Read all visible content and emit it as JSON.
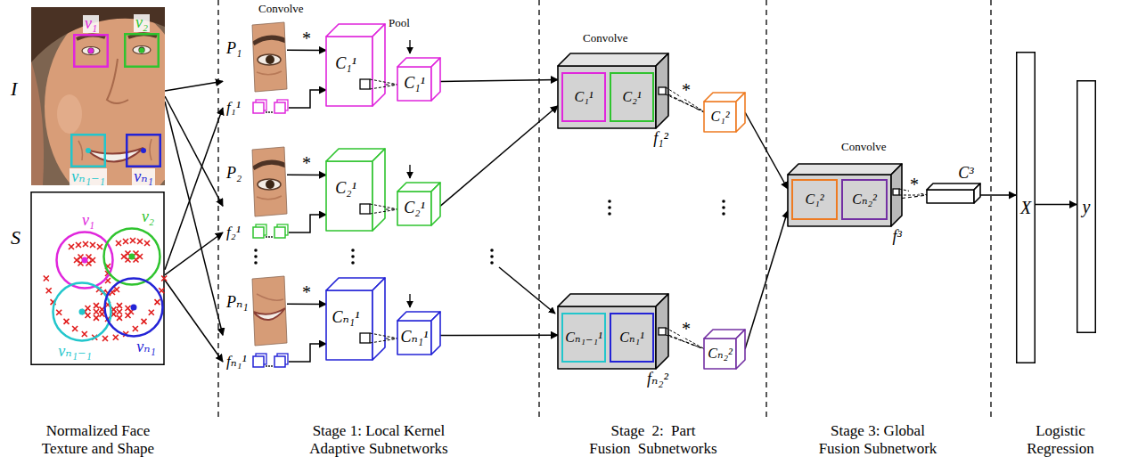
{
  "diagram": {
    "nodes": [
      {
        "text": [
          "I"
        ]
      },
      {
        "text": [
          "v₁"
        ],
        "in": 0
      },
      {
        "text": [
          "v₂"
        ],
        "in": 0
      },
      {
        "text": [
          "vₙ₁₋₁"
        ],
        "in": 0
      },
      {
        "text": [
          "vₙ₁"
        ],
        "in": 0
      },
      {
        "text": [
          "S"
        ]
      },
      {
        "text": [
          "v₁"
        ],
        "in": 5
      },
      {
        "text": [
          "v₂"
        ],
        "in": 5
      },
      {
        "text": [
          "vₙ₁₋₁"
        ],
        "in": 5
      },
      {
        "text": [
          "vₙ₁"
        ],
        "in": 5
      },
      {
        "text": [
          "P₁"
        ]
      },
      {
        "text": [
          "f₁¹"
        ]
      },
      {
        "text": [
          "C₁¹"
        ]
      },
      {
        "text": [
          "C₁¹"
        ]
      },
      {
        "text": [
          "P₂"
        ]
      },
      {
        "text": [
          "f₂¹"
        ]
      },
      {
        "text": [
          "C₂¹"
        ]
      },
      {
        "text": [
          "C₂¹"
        ]
      },
      {
        "text": [
          "Pₙ₁"
        ]
      },
      {
        "text": [
          "fₙ₁¹"
        ]
      },
      {
        "text": [
          "Cₙ₁¹"
        ]
      },
      {
        "text": [
          "Cₙ₁¹"
        ]
      },
      {
        "text": [
          "f₁²"
        ]
      },
      {
        "text": [
          "C₁¹"
        ],
        "in": 22
      },
      {
        "text": [
          "C₂¹"
        ],
        "in": 22
      },
      {
        "text": [
          "C₁²"
        ]
      },
      {
        "text": [
          "fₙ₂²"
        ]
      },
      {
        "text": [
          "Cₙ₁₋₁¹"
        ],
        "in": 26
      },
      {
        "text": [
          "Cₙ₁¹"
        ],
        "in": 26
      },
      {
        "text": [
          "Cₙ₂²"
        ]
      },
      {
        "text": [
          "f³"
        ]
      },
      {
        "text": [
          "C₁²"
        ],
        "in": 30
      },
      {
        "text": [
          "Cₙ₂²"
        ],
        "in": 30
      },
      {
        "text": [
          "C³"
        ]
      },
      {
        "text": [
          "X"
        ]
      },
      {
        "text": [
          "y"
        ]
      }
    ],
    "edges": [
      {
        "from": 0,
        "to": 10,
        "arrow": "to"
      },
      {
        "from": 0,
        "to": 14,
        "arrow": "to"
      },
      {
        "from": 0,
        "to": 18,
        "arrow": "to"
      },
      {
        "from": 5,
        "to": 11,
        "arrow": "to"
      },
      {
        "from": 5,
        "to": 15,
        "arrow": "to"
      },
      {
        "from": 5,
        "to": 19,
        "arrow": "to"
      },
      {
        "from": 10,
        "to": 12,
        "label": "*",
        "arrow": "to"
      },
      {
        "from": 11,
        "to": 12,
        "arrow": "to"
      },
      {
        "from": 12,
        "to": 13,
        "arrow": "none"
      },
      {
        "from": 14,
        "to": 16,
        "label": "*",
        "arrow": "to"
      },
      {
        "from": 15,
        "to": 16,
        "arrow": "to"
      },
      {
        "from": 16,
        "to": 17,
        "arrow": "none"
      },
      {
        "from": 18,
        "to": 20,
        "label": "*",
        "arrow": "to"
      },
      {
        "from": 19,
        "to": 20,
        "arrow": "to"
      },
      {
        "from": 20,
        "to": 21,
        "arrow": "none"
      },
      {
        "from": 13,
        "to": 22,
        "arrow": "to"
      },
      {
        "from": 17,
        "to": 22,
        "arrow": "to"
      },
      {
        "from": 21,
        "to": 26,
        "arrow": "to"
      },
      {
        "from": 22,
        "to": 25,
        "label": "*",
        "arrow": "none"
      },
      {
        "from": 26,
        "to": 29,
        "label": "*",
        "arrow": "none"
      },
      {
        "from": 25,
        "to": 30,
        "arrow": "to"
      },
      {
        "from": 29,
        "to": 30,
        "arrow": "to"
      },
      {
        "from": 30,
        "to": 33,
        "label": "*",
        "arrow": "none"
      },
      {
        "from": 33,
        "to": 34,
        "arrow": "to"
      },
      {
        "from": 34,
        "to": 35,
        "arrow": "to"
      }
    ],
    "labels": [
      "Convolve",
      "Pool",
      "Convolve",
      "Convolve",
      "Normalized Face Texture and Shape",
      "Stage 1: Local Kernel Adaptive Subnetworks",
      "Stage 2: Part Fusion Subnetworks",
      "Stage 3: Global Fusion Subnetwork",
      "Logistic Regression"
    ]
  }
}
